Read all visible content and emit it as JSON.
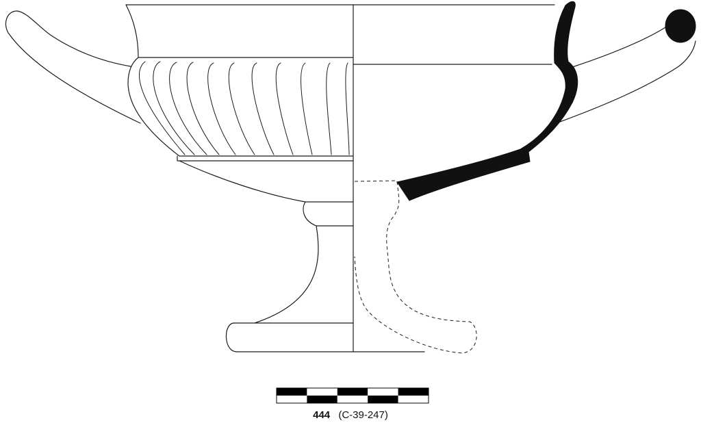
{
  "catalog": {
    "number": "444",
    "inventory": "(C-39-247)"
  },
  "scale_bar": {
    "segments": 5,
    "colors": [
      "#000000",
      "#ffffff"
    ]
  }
}
